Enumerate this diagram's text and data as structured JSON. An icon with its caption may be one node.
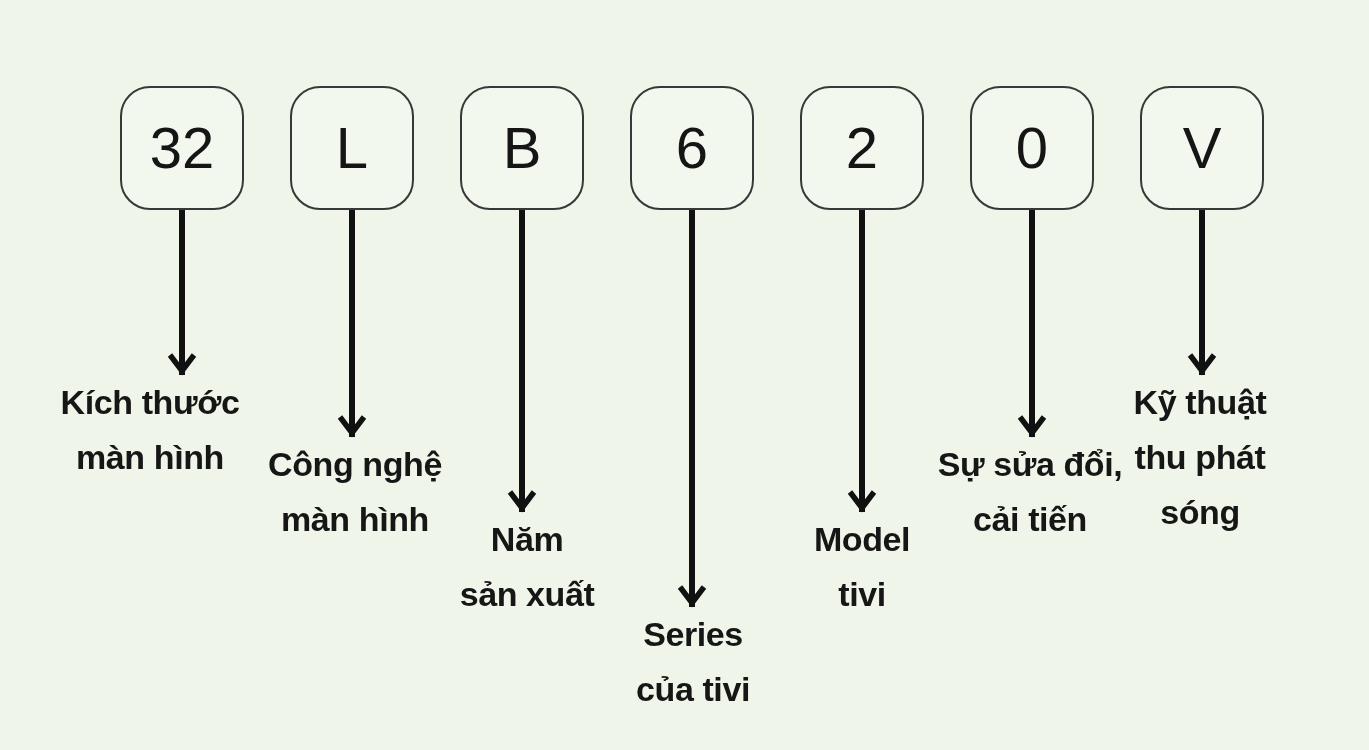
{
  "diagram": {
    "nodes": [
      {
        "text": [
          "32"
        ]
      },
      {
        "text": [
          "L"
        ]
      },
      {
        "text": [
          "B"
        ]
      },
      {
        "text": [
          "6"
        ]
      },
      {
        "text": [
          "2"
        ]
      },
      {
        "text": [
          "0"
        ]
      },
      {
        "text": [
          "V"
        ]
      },
      {
        "text": [
          "Kích thước màn hình"
        ]
      },
      {
        "text": [
          "Công nghệ màn hình"
        ]
      },
      {
        "text": [
          "Năm sản xuất"
        ]
      },
      {
        "text": [
          "Series của tivi"
        ]
      },
      {
        "text": [
          "Model tivi"
        ]
      },
      {
        "text": [
          "Sự sửa đổi, cải tiến"
        ]
      },
      {
        "text": [
          "Kỹ thuật thu phát sóng"
        ]
      }
    ],
    "edges": [
      {
        "from": 0,
        "to": 7,
        "arrow": "to"
      },
      {
        "from": 1,
        "to": 8,
        "arrow": "to"
      },
      {
        "from": 2,
        "to": 9,
        "arrow": "to"
      },
      {
        "from": 3,
        "to": 10,
        "arrow": "to"
      },
      {
        "from": 4,
        "to": 11,
        "arrow": "to"
      },
      {
        "from": 5,
        "to": 12,
        "arrow": "to"
      },
      {
        "from": 6,
        "to": 13,
        "arrow": "to"
      }
    ]
  }
}
